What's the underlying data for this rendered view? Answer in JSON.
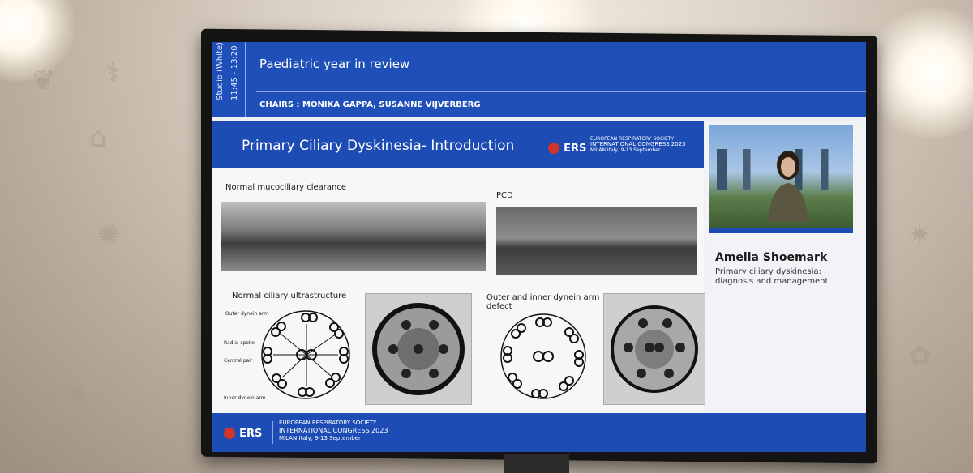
{
  "session": {
    "vertical_label": "Studio (White)",
    "time_label": "11:45 - 13:20",
    "title": "Paediatric year in review",
    "chairs": "CHAIRS : MONIKA GAPPA, SUSANNE VIJVERBERG"
  },
  "slide": {
    "title": "Primary Ciliary Dyskinesia- Introduction",
    "ers_logo_text": "ERS",
    "ers_line1": "EUROPEAN RESPIRATORY SOCIETY",
    "ers_line2": "INTERNATIONAL CONGRESS 2023",
    "ers_line3": "MILAN Italy, 9-13 September",
    "captions": {
      "normal_clearance": "Normal mucociliary clearance",
      "pcd": "PCD",
      "normal_ultrastructure": "Normal ciliary ultrastructure",
      "defect_line1": "Outer and inner dynein arm",
      "defect_line2": "defect"
    },
    "diagram_labels": {
      "outer_dynein": "Outer dynein arm",
      "radial_spoke": "Radial spoke",
      "central_pair": "Central pair",
      "inner_dynein": "Inner dynein arm"
    }
  },
  "speaker": {
    "name": "Amelia Shoemark",
    "topic": "Primary ciliary dyskinesia: diagnosis and management"
  },
  "footer": {
    "ers_logo_text": "ERS",
    "line1": "EUROPEAN RESPIRATORY SOCIETY",
    "line2": "INTERNATIONAL CONGRESS 2023",
    "line3": "MILAN Italy, 9-13 September"
  }
}
